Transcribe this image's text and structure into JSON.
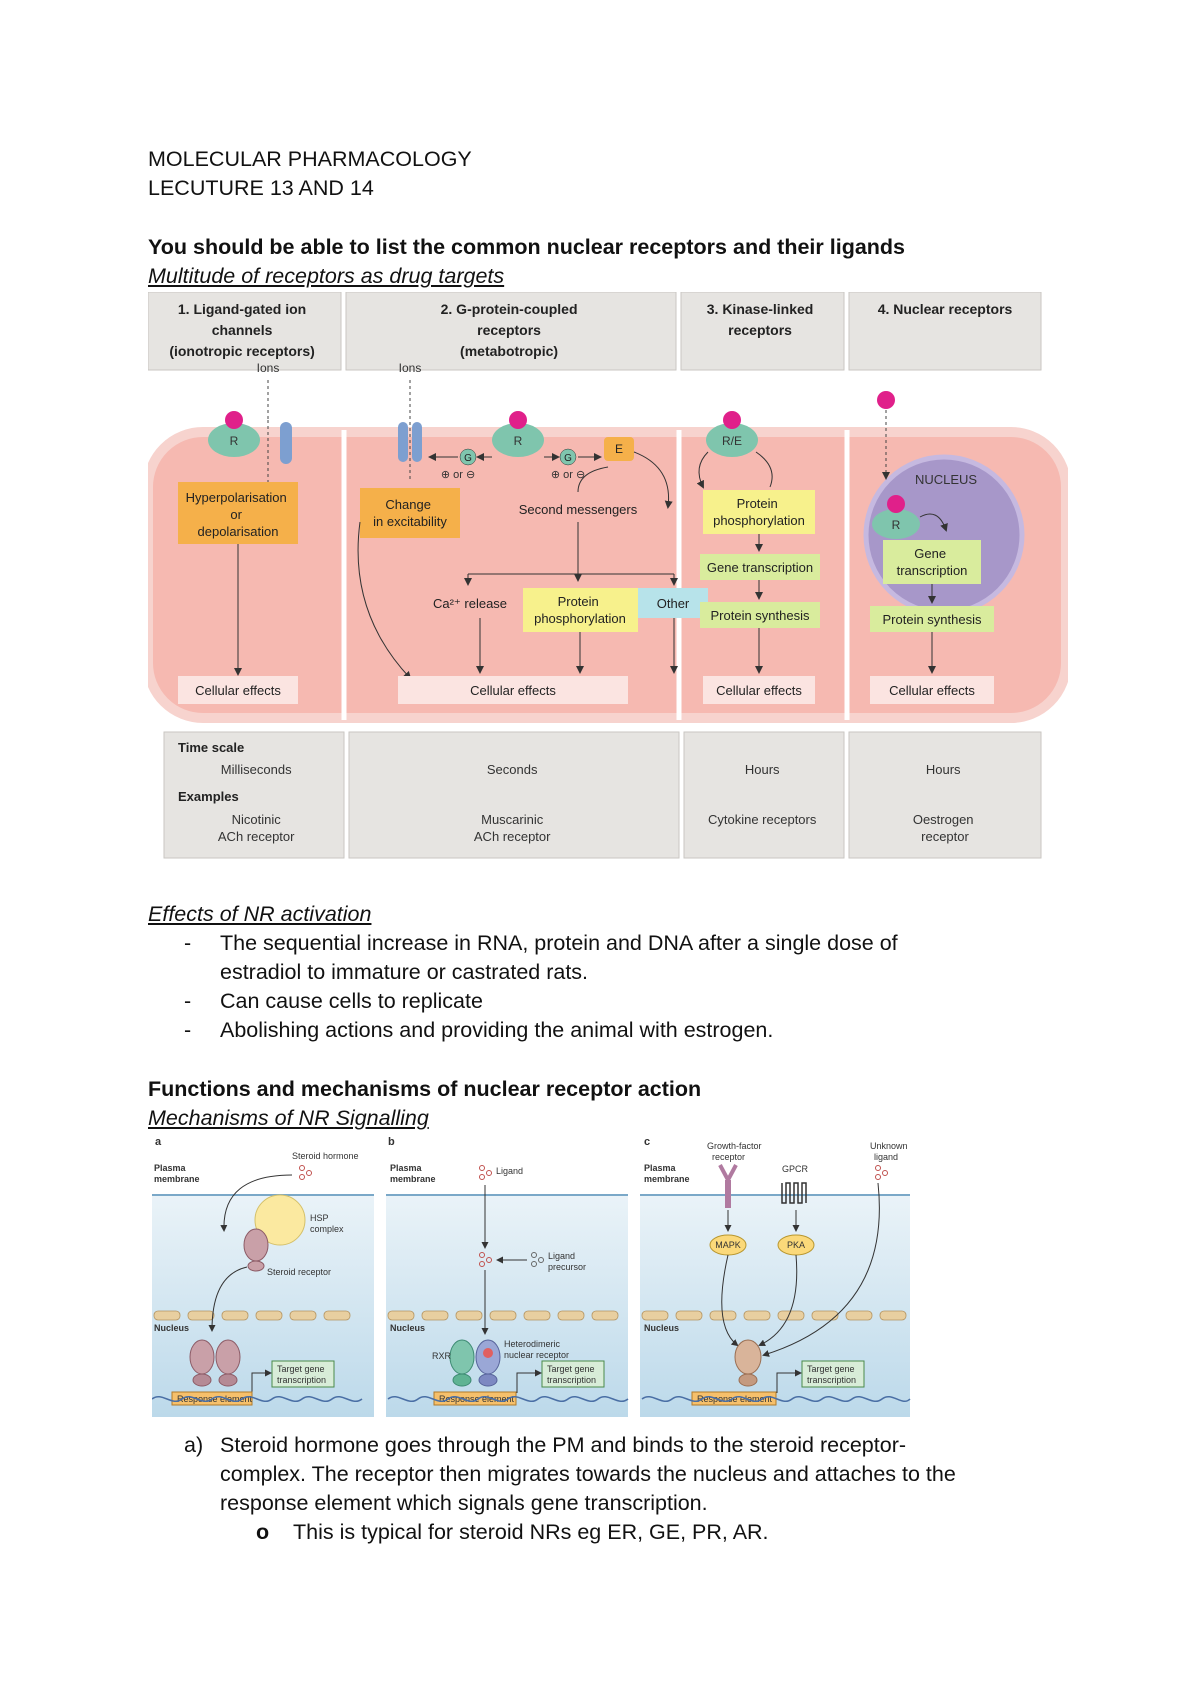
{
  "header": {
    "course": "MOLECULAR PHARMACOLOGY",
    "lecture": "LECUTURE 13 AND 14"
  },
  "section1": {
    "heading": "You should be able to list the common nuclear receptors and their ligands",
    "subheading": "Multitude of receptors as drug targets"
  },
  "figure1": {
    "headers": [
      [
        "1. Ligand-gated ion",
        "channels",
        "(ionotropic receptors)"
      ],
      [
        "2. G-protein-coupled",
        "receptors",
        "(metabotropic)"
      ],
      [
        "3. Kinase-linked",
        "receptors"
      ],
      [
        "4. Nuclear receptors"
      ]
    ],
    "ions": "Ions",
    "r": "R",
    "rs": "R/E",
    "g": "G",
    "e": "E",
    "plus_or_minus": "⊕ or ⊖",
    "nucleus": "NUCLEUS",
    "hyperpolarisation": [
      "Hyperpolarisation",
      "or",
      "depolarisation"
    ],
    "change_excitability": [
      "Change",
      "in excitability"
    ],
    "second_messengers": "Second messengers",
    "ca_release": "Ca²⁺ release",
    "protein_phos_2": [
      "Protein",
      "phosphorylation"
    ],
    "other": "Other",
    "protein_phos_3": [
      "Protein",
      "phosphorylation"
    ],
    "gene_transcription_3": "Gene transcription",
    "protein_synthesis_3": "Protein synthesis",
    "gene_transcription_4": [
      "Gene",
      "transcription"
    ],
    "protein_synthesis_4": "Protein synthesis",
    "cellular_effects": "Cellular effects",
    "time_scale_label": "Time scale",
    "examples_label": "Examples",
    "timescales": [
      "Milliseconds",
      "Seconds",
      "Hours",
      "Hours"
    ],
    "examples": [
      [
        "Nicotinic",
        "ACh receptor"
      ],
      [
        "Muscarinic",
        "ACh receptor"
      ],
      [
        "Cytokine receptors"
      ],
      [
        "Oestrogen",
        "receptor"
      ]
    ],
    "colors": {
      "cell": "#f6b9b1",
      "orange": "#f5b04a",
      "yellow": "#f7f18c",
      "green": "#d9ec9d",
      "cyan": "#b7e3ea",
      "receptor": "#7fc5ad",
      "ligand": "#e0208a",
      "header": "#e6e4e1",
      "nucleus": "#a797c9"
    }
  },
  "section2": {
    "heading": "Effects of NR activation ",
    "bullets": [
      [
        "The sequential increase in RNA, protein and DNA after a single dose of",
        "estradiol to immature or castrated rats."
      ],
      [
        "Can cause cells to replicate"
      ],
      [
        "Abolishing actions and providing the animal with estrogen."
      ]
    ]
  },
  "section3": {
    "heading": "Functions and mechanisms of nuclear receptor action",
    "subheading": "Mechanisms of NR Signalling"
  },
  "figure2": {
    "panel_letters": [
      "a",
      "b",
      "c"
    ],
    "plasma_membrane": [
      "Plasma",
      "membrane"
    ],
    "nucleus": "Nucleus",
    "steroid_hormone": "Steroid hormone",
    "hsp_complex": [
      "HSP",
      "complex"
    ],
    "steroid_receptor": "Steroid receptor",
    "ligand": "Ligand",
    "ligand_precursor": [
      "Ligand",
      "precursor"
    ],
    "heterodimeric": [
      "Heterodimeric",
      "nuclear receptor"
    ],
    "rxr": "RXR",
    "growth_factor_receptor": [
      "Growth-factor",
      "receptor"
    ],
    "gpcr": "GPCR",
    "unknown_ligand": [
      "Unknown",
      "ligand"
    ],
    "mapk": "MAPK",
    "pka": "PKA",
    "target_gene": [
      "Target gene",
      "transcription"
    ],
    "response_element": "Response element"
  },
  "section4": {
    "item_a_marker": "a)",
    "item_a": [
      "Steroid hormone goes through the PM and binds to the steroid receptor-",
      "complex. The receptor then migrates towards the nucleus and attaches to the",
      "response element which signals gene transcription."
    ],
    "sub_marker": "o",
    "sub_item": "This is typical for steroid NRs eg ER, GE, PR, AR."
  }
}
